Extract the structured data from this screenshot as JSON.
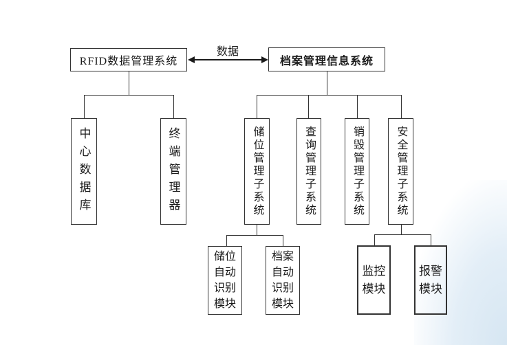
{
  "diagram": {
    "nodes": {
      "rfid_system": "RFID数据管理系统",
      "archive_system": "档案管理信息系统",
      "central_database": "中心数据库",
      "terminal_manager": "终端管理器",
      "storage_subsystem": "储位管理子系统",
      "query_subsystem": "查询管理子系统",
      "destroy_subsystem": "销毁管理子系统",
      "security_subsystem": "安全管理子系统",
      "storage_auto_id_module": "储位自动识别模块",
      "archive_auto_id_module": "档案自动识别模块",
      "monitor_module": "监控模块",
      "alarm_module": "报警模块"
    },
    "link_label": "数据",
    "colors": {
      "line": "#333333",
      "box_border": "#333333",
      "background": "#ffffff",
      "corner_tint": "#d6e6f2"
    }
  }
}
